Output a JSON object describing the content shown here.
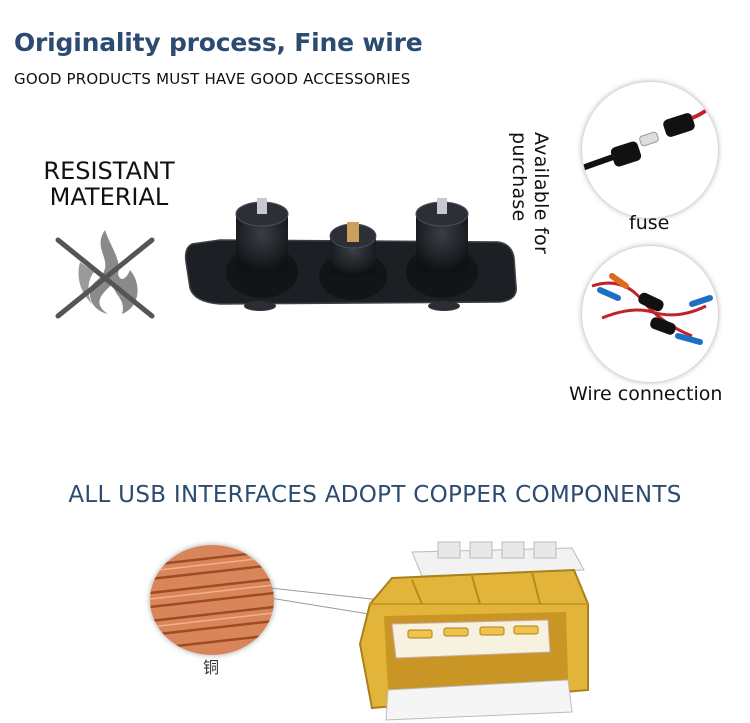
{
  "header": {
    "title": "Originality process, Fine wire",
    "subtitle": "GOOD PRODUCTS MUST HAVE GOOD ACCESSORIES"
  },
  "features": {
    "resistant_line1": "RESISTANT",
    "resistant_line2": "MATERIAL",
    "available_label": "Available for purchase"
  },
  "accessories": [
    {
      "label": "fuse",
      "icon": "fuse-icon"
    },
    {
      "label": "Wire connection",
      "icon": "wire-connection-icon"
    }
  ],
  "usb_section": {
    "title": "ALL USB INTERFACES ADOPT COPPER COMPONENTS",
    "copper_label": "铜"
  },
  "colors": {
    "title_blue": "#2c4b70",
    "copper": "#c8663c",
    "connector_gold": "#e2b43a"
  }
}
